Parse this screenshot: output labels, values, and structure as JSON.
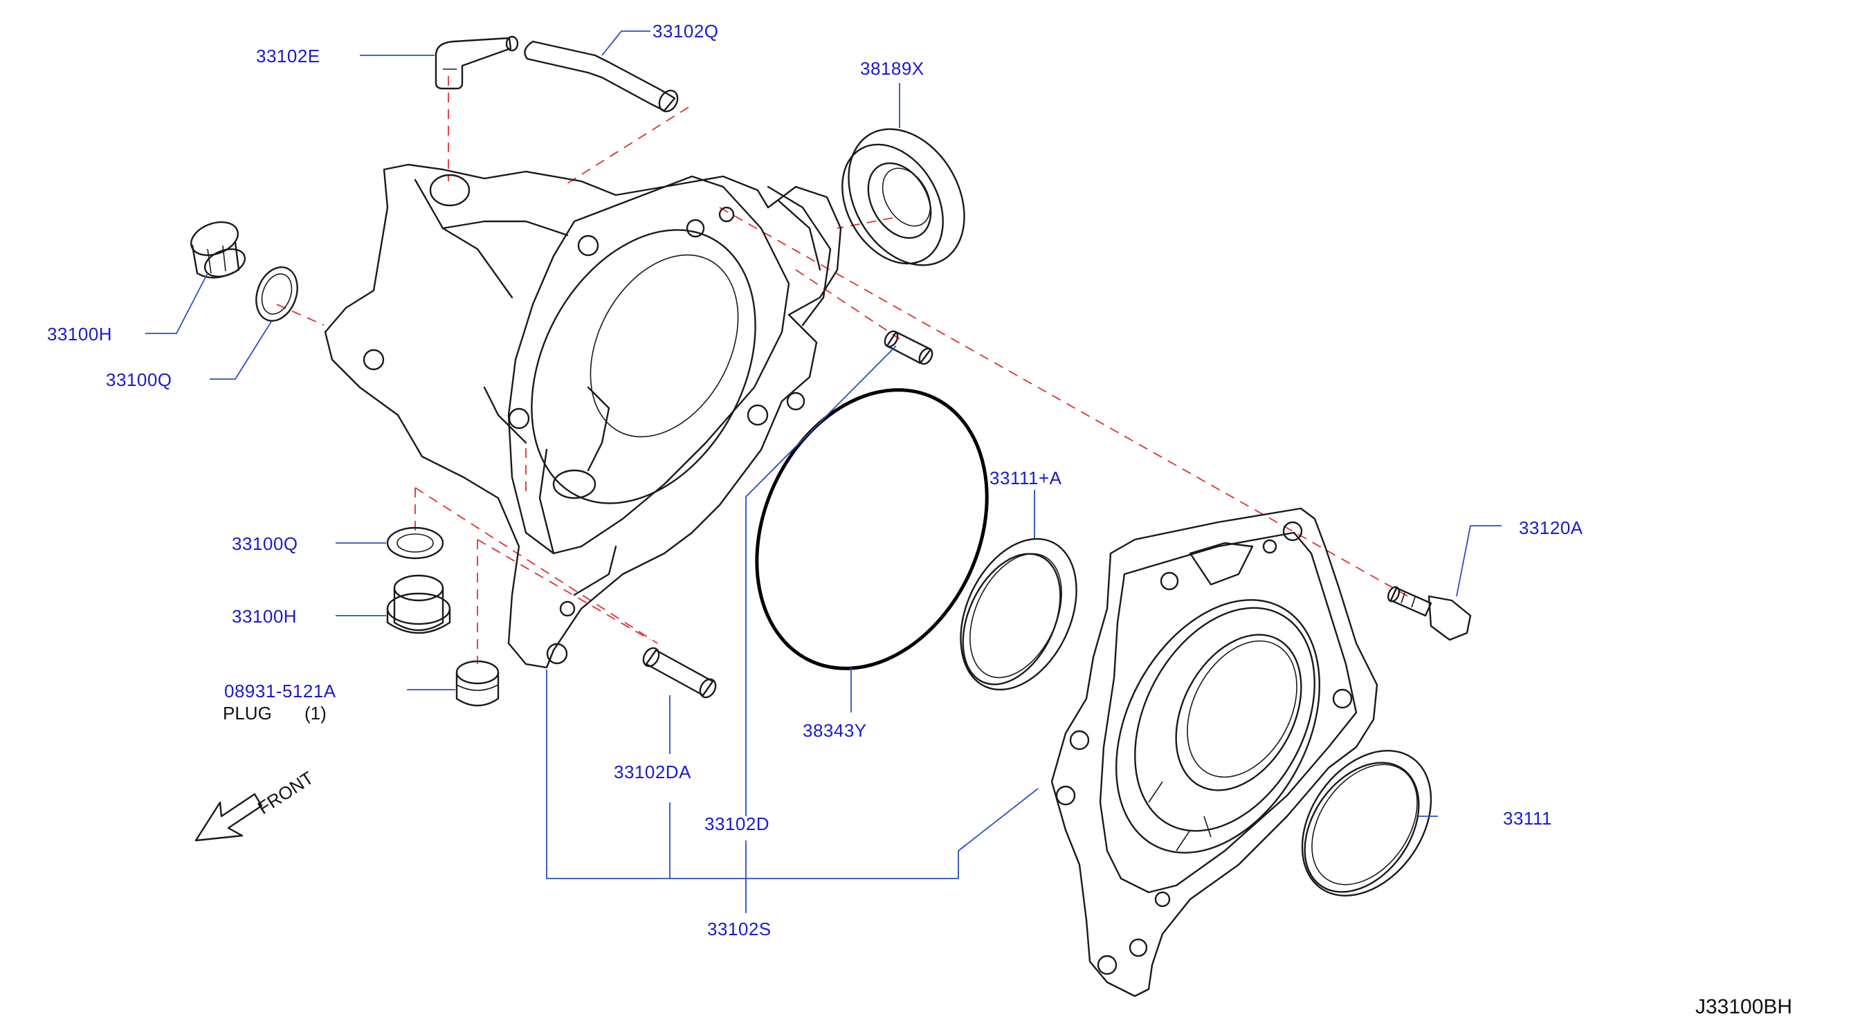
{
  "diagram": {
    "labels": {
      "p33102E": "33102E",
      "p33102Q": "33102Q",
      "p38189X": "38189X",
      "p33100H_top": "33100H",
      "p33100Q_top": "33100Q",
      "p33111A": "33111+A",
      "p33120A": "33120A",
      "p33100Q_mid": "33100Q",
      "p33100H_mid": "33100H",
      "p08931": "08931-5121A",
      "plug": "PLUG",
      "plug_qty": "(1)",
      "p38343Y": "38343Y",
      "p33102DA": "33102DA",
      "p33111": "33111",
      "p33102D": "33102D",
      "p33102S": "33102S",
      "front": "FRONT",
      "diagram_id": "J33100BH"
    },
    "colors": {
      "label": "#1a1acc",
      "leader": "#2a4fbf",
      "phantom": "#e03030",
      "outline": "#1a1a1a"
    },
    "icons": [
      "front-arrow-icon"
    ]
  }
}
